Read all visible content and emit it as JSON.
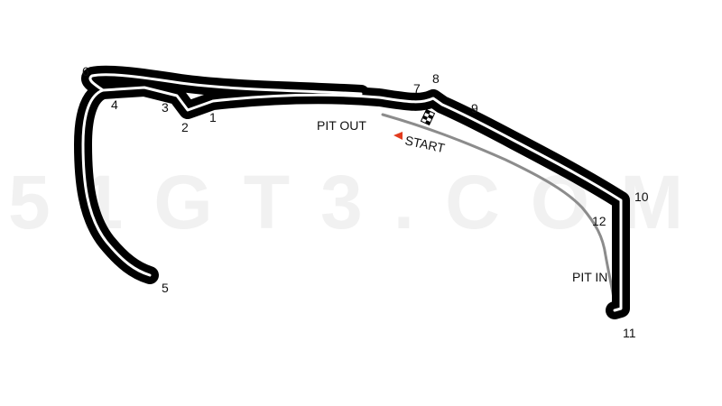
{
  "watermark": "51GT3.COM",
  "colors": {
    "track": "#000000",
    "centerline": "#ffffff",
    "pit_lane": "#8c8c8c",
    "start_arrow": "#e23b1e",
    "text": "#111111",
    "watermark": "#f1f1f1"
  },
  "corners": [
    {
      "id": "corner-1",
      "label": "1"
    },
    {
      "id": "corner-2",
      "label": "2"
    },
    {
      "id": "corner-3",
      "label": "3"
    },
    {
      "id": "corner-4",
      "label": "4"
    },
    {
      "id": "corner-5",
      "label": "5"
    },
    {
      "id": "corner-6",
      "label": "6"
    },
    {
      "id": "corner-7",
      "label": "7"
    },
    {
      "id": "corner-8",
      "label": "8"
    },
    {
      "id": "corner-9",
      "label": "9"
    },
    {
      "id": "corner-10",
      "label": "10"
    },
    {
      "id": "corner-11",
      "label": "11"
    },
    {
      "id": "corner-12",
      "label": "12"
    }
  ],
  "pit_out_label": "PIT OUT",
  "pit_in_label": "PIT IN",
  "start_label": "START",
  "icons": {
    "start_arrow": "start-direction-arrow-icon",
    "finish_flag": "checkered-flag-icon"
  }
}
